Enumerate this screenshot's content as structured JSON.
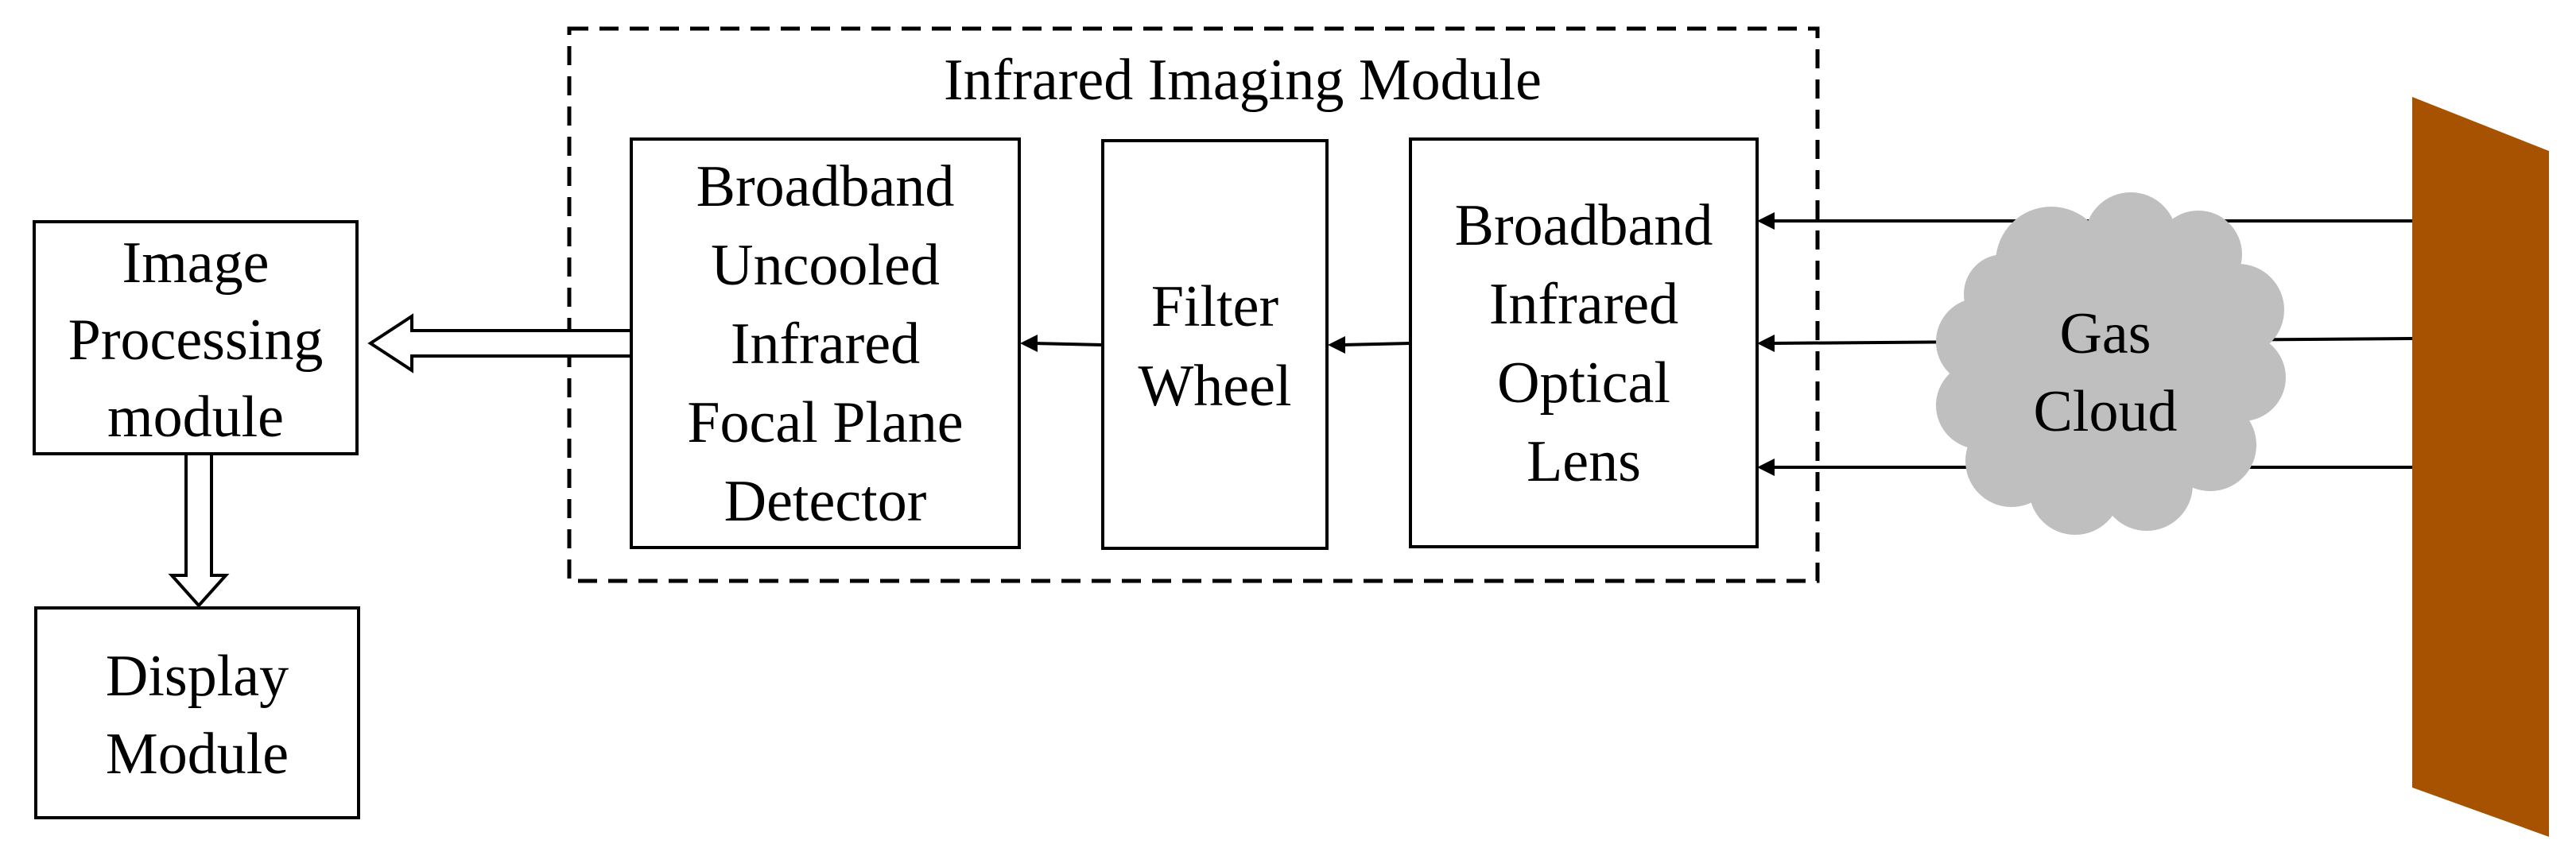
{
  "diagram": {
    "frame_title": "Infrared Imaging Module",
    "image_processing": {
      "line1": "Image",
      "line2": "Processing",
      "line3": "module"
    },
    "display": {
      "line1": "Display",
      "line2": "Module"
    },
    "detector": {
      "line1": "Broadband",
      "line2": "Uncooled",
      "line3": "Infrared",
      "line4": "Focal Plane",
      "line5": "Detector"
    },
    "filter_wheel": {
      "line1": "Filter",
      "line2": "Wheel"
    },
    "lens": {
      "line1": "Broadband",
      "line2": "Infrared",
      "line3": "Optical",
      "line4": "Lens"
    },
    "gas_cloud": {
      "line1": "Gas",
      "line2": "Cloud"
    },
    "colors": {
      "background_wall": "#a65200",
      "cloud": "#bfbfbf",
      "stroke": "#000000"
    }
  }
}
